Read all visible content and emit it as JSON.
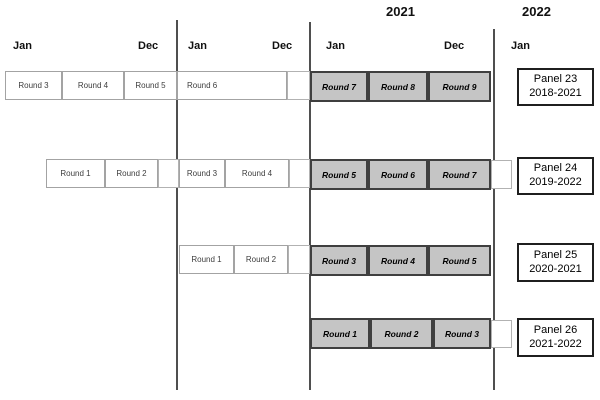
{
  "figure": {
    "description_type": "panel-design-timeline-diagram"
  },
  "header": {
    "year_2021": "2021",
    "year_2022": "2022"
  },
  "timeline": {
    "month_labels": [
      "Jan",
      "Dec",
      "Jan",
      "Dec",
      "Jan",
      "Dec",
      "Jan"
    ]
  },
  "colors": {
    "past_round_fill": "#ffffff",
    "current_round_fill": "#c5c5c5",
    "past_round_border": "#a3a3a3",
    "current_round_border": "#3f3f3f",
    "divider_line": "#4f4f4f",
    "panel_border": "#1f1f1f"
  },
  "rows": [
    {
      "panel": "Panel 23",
      "period": "2018-2021",
      "past_rounds": [
        "Round 3",
        "Round 4",
        "Round 5",
        "Round 6"
      ],
      "current_rounds": [
        "Round 7",
        "Round 8",
        "Round 9"
      ]
    },
    {
      "panel": "Panel 24",
      "period": "2019-2022",
      "past_rounds": [
        "Round 1",
        "Round 2",
        "Round 3",
        "Round 4"
      ],
      "current_rounds": [
        "Round 5",
        "Round 6",
        "Round 7"
      ]
    },
    {
      "panel": "Panel 25",
      "period": "2020-2021",
      "past_rounds": [
        "Round 1",
        "Round 2"
      ],
      "current_rounds": [
        "Round 3",
        "Round 4",
        "Round 5"
      ]
    },
    {
      "panel": "Panel 26",
      "period": "2021-2022",
      "past_rounds": [],
      "current_rounds": [
        "Round 1",
        "Round 2",
        "Round 3"
      ]
    }
  ]
}
